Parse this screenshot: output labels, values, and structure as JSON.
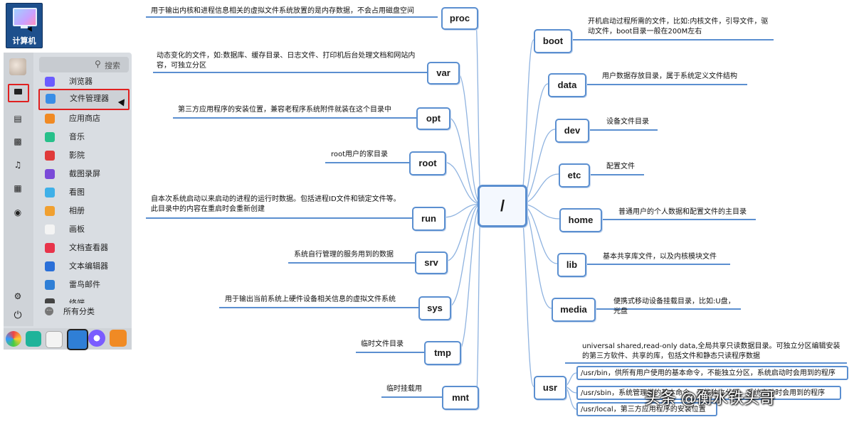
{
  "desktop": {
    "computer_icon_label": "计算机"
  },
  "launcher": {
    "search_placeholder": "搜索",
    "apps": [
      {
        "label": "浏览器",
        "color": "#6b5cff"
      },
      {
        "label": "文件管理器",
        "color": "#3a8ee6"
      },
      {
        "label": "应用商店",
        "color": "#f08a24"
      },
      {
        "label": "音乐",
        "color": "#27c08a"
      },
      {
        "label": "影院",
        "color": "#e03a3a"
      },
      {
        "label": "截图录屏",
        "color": "#7a4ad8"
      },
      {
        "label": "看图",
        "color": "#3fb0e8"
      },
      {
        "label": "相册",
        "color": "#f0a030"
      },
      {
        "label": "画板",
        "color": "#f4f4f4"
      },
      {
        "label": "文档查看器",
        "color": "#e8344a"
      },
      {
        "label": "文本编辑器",
        "color": "#2a6fd8"
      },
      {
        "label": "雷鸟邮件",
        "color": "#2f7fd6"
      },
      {
        "label": "终端",
        "color": "#444444"
      }
    ],
    "all_categories": "所有分类"
  },
  "diagram": {
    "root": "/",
    "left": [
      {
        "label": "proc",
        "note": "用于输出内核和进程信息相关的虚拟文件系统放置的是内存数据，不会占用磁盘空间"
      },
      {
        "label": "var",
        "note": "动态变化的文件，如:数据库、缓存目录、日志文件、打印机后台处理文档和网站内容，可独立分区"
      },
      {
        "label": "opt",
        "note": "第三方应用程序的安装位置，兼容老程序系统附件就装在这个目录中"
      },
      {
        "label": "root",
        "note": "root用户的家目录"
      },
      {
        "label": "run",
        "note": "自本次系统启动以来启动的进程的运行时数据。包括进程ID文件和锁定文件等。此目录中的内容在重启时会重新创建"
      },
      {
        "label": "srv",
        "note": "系统自行管理的服务用到的数据"
      },
      {
        "label": "sys",
        "note": "用于输出当前系统上硬件设备相关信息的虚拟文件系统"
      },
      {
        "label": "tmp",
        "note": "临时文件目录"
      },
      {
        "label": "mnt",
        "note": "临时挂载用"
      }
    ],
    "right": [
      {
        "label": "boot",
        "note": "开机启动过程所需的文件，比如:内核文件，引导文件，驱动文件，boot目录一般在200M左右"
      },
      {
        "label": "data",
        "note": "用户数据存放目录，属于系统定义文件结构"
      },
      {
        "label": "dev",
        "note": "设备文件目录"
      },
      {
        "label": "etc",
        "note": "配置文件"
      },
      {
        "label": "home",
        "note": "普通用户的个人数据和配置文件的主目录"
      },
      {
        "label": "lib",
        "note": "基本共享库文件，以及内核模块文件"
      },
      {
        "label": "media",
        "note": "便携式移动设备挂载目录，比如:U盘，光盘"
      },
      {
        "label": "usr",
        "note": "universal shared,read-only data,全局共享只读数据目录。可独立分区编辑安装的第三方软件、共享的库，包括文件和静态只读程序数据"
      }
    ],
    "usr_children": [
      "/usr/bin，供所有用户使用的基本命令，不能独立分区，系统启动时会用到的程序",
      "/usr/sbin，系统管理类的基本命令，不能独立分区，系统启动时会用到的程序",
      "/usr/local，第三方应用程序的安装位置"
    ],
    "link_color": "#8fb3e0",
    "node_border_color": "#5b8fd0"
  },
  "watermark": "头条 @衡水铁头哥"
}
